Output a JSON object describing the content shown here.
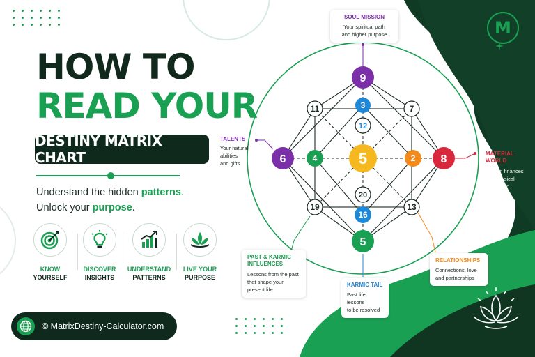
{
  "title_line1": "HOW TO",
  "title_line2": "READ YOUR",
  "title_pill": "DESTINY MATRIX CHART",
  "tagline": {
    "l1_a": "Understand the hidden ",
    "l1_b": "patterns",
    "l1_c": ".",
    "l2_a": "Unlock your ",
    "l2_b": "purpose",
    "l2_c": "."
  },
  "features": [
    {
      "line1": "KNOW",
      "line2": "YOURSELF",
      "icon": "target-icon"
    },
    {
      "line1": "DISCOVER",
      "line2": "INSIGHTS",
      "icon": "lightbulb-icon"
    },
    {
      "line1": "UNDERSTAND",
      "line2": "PATTERNS",
      "icon": "bar-chart-icon"
    },
    {
      "line1": "LIVE YOUR",
      "line2": "PURPOSE",
      "icon": "lotus-icon"
    }
  ],
  "footer": {
    "text": "© MatrixDestiny-Calculator.com",
    "icon": "globe-icon"
  },
  "logo": {
    "letter": "M"
  },
  "callouts": {
    "soul_mission": {
      "title": "SOUL MISSION",
      "desc1": "Your spiritual path",
      "desc2": "and higher purpose"
    },
    "talents": {
      "title": "TALENTS",
      "desc1": "Your natural",
      "desc2": "abilities",
      "desc3": "and gifts"
    },
    "material_world": {
      "title1": "MATERIAL",
      "title2": "WORLD",
      "desc1": "Career, finances",
      "desc2": "and physical",
      "desc3": "realization"
    },
    "relationships": {
      "title": "RELATIONSHIPS",
      "desc1": "Connections, love",
      "desc2": "and partnerships"
    },
    "past_karmic": {
      "title1": "PAST & KARMIC",
      "title2": "INFLUENCES",
      "desc1": "Lessons from the past",
      "desc2": "that shape your",
      "desc3": "present life"
    },
    "karmic_tail": {
      "title": "KARMIC TAIL",
      "desc1": "Past life lessons",
      "desc2": "to be resolved"
    }
  },
  "matrix": {
    "center": "5",
    "top": "9",
    "left": "6",
    "right": "8",
    "bottom": "5",
    "top_left": "11",
    "top_right": "7",
    "bottom_left": "19",
    "bottom_right": "13",
    "inner_top": "3",
    "inner_left": "4",
    "inner_right": "2",
    "inner_bottom": "16",
    "mid_top": "12",
    "mid_bottom": "20"
  },
  "colors": {
    "green": "#1aa053",
    "dark": "#0f2a1c",
    "purple": "#7b2fa8",
    "blue": "#1e88d8",
    "orange": "#f28a1c",
    "red": "#d9283b",
    "yellow": "#f5b81e",
    "material_red": "#d9283b",
    "relationships_orange": "#f28a1c"
  }
}
